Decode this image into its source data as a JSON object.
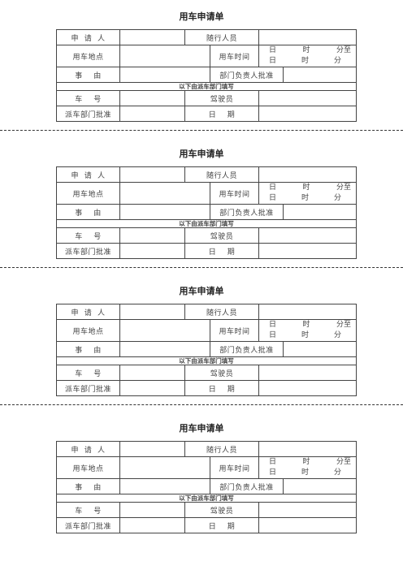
{
  "forms": [
    {
      "title": "用车申请单",
      "applicant_label": "申  请  人",
      "companions_label": "随行人员",
      "location_label": "用车地点",
      "time_label": "用车时间",
      "time_line1": [
        "日",
        "时",
        "分至"
      ],
      "time_line2": [
        "日",
        "时",
        "分"
      ],
      "reason_label": "事    由",
      "dept_head_label": "部门负责人批准",
      "note": "以下由派车部门填写",
      "plate_label": "车    号",
      "driver_label": "驾驶员",
      "dispatch_label": "派车部门批准",
      "date_label": "日    期"
    },
    {
      "title": "用车申请单",
      "applicant_label": "申  请  人",
      "companions_label": "随行人员",
      "location_label": "用车地点",
      "time_label": "用车时间",
      "time_line1": [
        "日",
        "时",
        "分至"
      ],
      "time_line2": [
        "日",
        "时",
        "分"
      ],
      "reason_label": "事    由",
      "dept_head_label": "部门负责人批准",
      "note": "以下由派车部门填写",
      "plate_label": "车    号",
      "driver_label": "驾驶员",
      "dispatch_label": "派车部门批准",
      "date_label": "日    期"
    },
    {
      "title": "用车申请单",
      "applicant_label": "申  请  人",
      "companions_label": "随行人员",
      "location_label": "用车地点",
      "time_label": "用车时间",
      "time_line1": [
        "日",
        "时",
        "分至"
      ],
      "time_line2": [
        "日",
        "时",
        "分"
      ],
      "reason_label": "事    由",
      "dept_head_label": "部门负责人批准",
      "note": "以下由派车部门填写",
      "plate_label": "车    号",
      "driver_label": "驾驶员",
      "dispatch_label": "派车部门批准",
      "date_label": "日    期"
    },
    {
      "title": "用车申请单",
      "applicant_label": "申  请  人",
      "companions_label": "随行人员",
      "location_label": "用车地点",
      "time_label": "用车时间",
      "time_line1": [
        "日",
        "时",
        "分至"
      ],
      "time_line2": [
        "日",
        "时",
        "分"
      ],
      "reason_label": "事    由",
      "dept_head_label": "部门负责人批准",
      "note": "以下由派车部门填写",
      "plate_label": "车    号",
      "driver_label": "驾驶员",
      "dispatch_label": "派车部门批准",
      "date_label": "日    期"
    }
  ]
}
